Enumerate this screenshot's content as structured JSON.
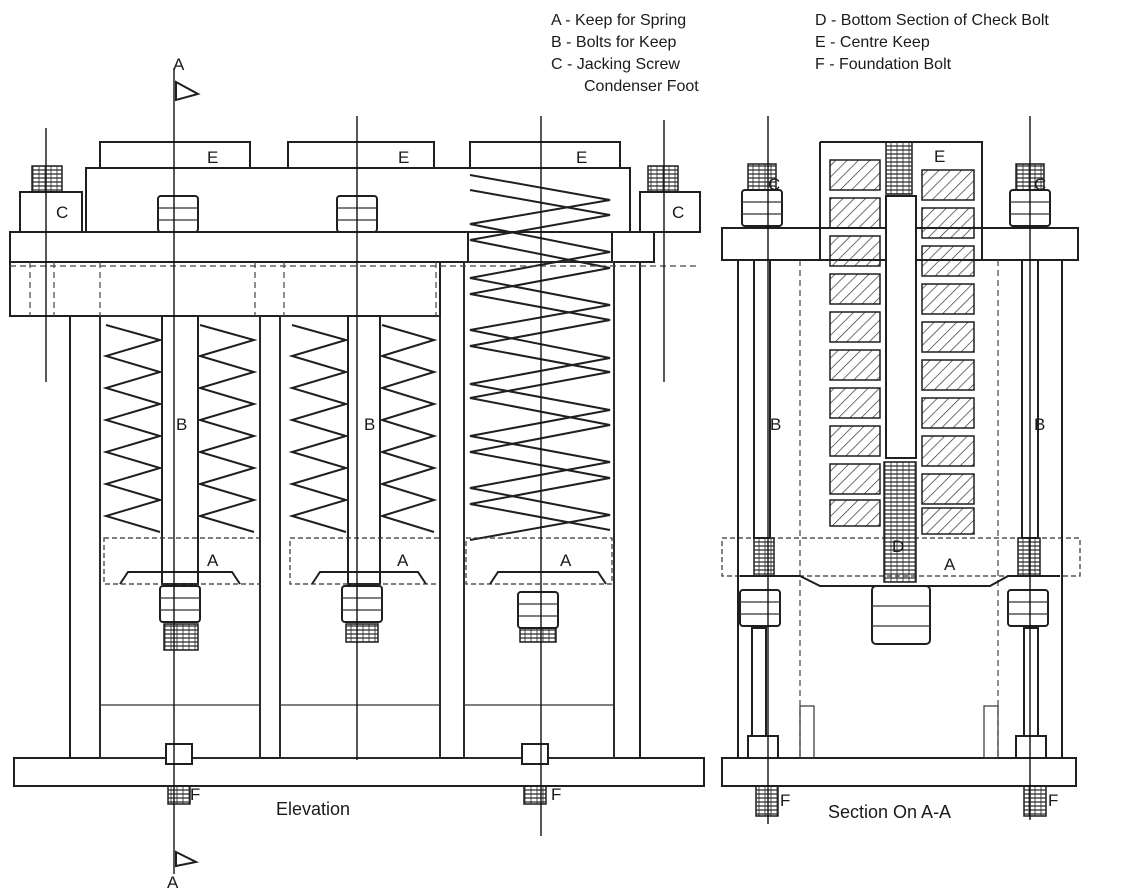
{
  "legend_left": [
    "A - Keep for Spring",
    "B - Bolts for Keep",
    "C - Jacking Screw",
    "Condenser Foot"
  ],
  "legend_right": [
    "D - Bottom Section of Check Bolt",
    "E - Centre Keep",
    "F - Foundation Bolt"
  ],
  "labels": {
    "a": "A",
    "b": "B",
    "c": "C",
    "d": "D",
    "e": "E",
    "f": "F"
  },
  "captions": {
    "elevation": "Elevation",
    "section": "Section On A-A"
  }
}
